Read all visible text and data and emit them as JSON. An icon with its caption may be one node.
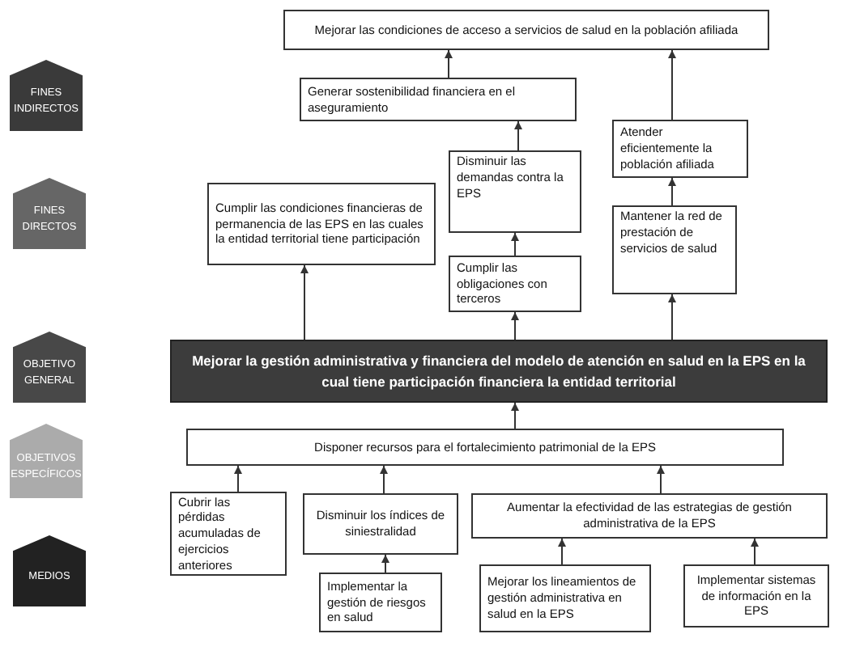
{
  "diagram": {
    "nodes": [
      {
        "text": [
          "FINES INDIRECTOS"
        ]
      },
      {
        "text": [
          "FINES DIRECTOS"
        ]
      },
      {
        "text": [
          "OBJETIVO GENERAL"
        ]
      },
      {
        "text": [
          "OBJETIVOS ESPECÍFICOS"
        ]
      },
      {
        "text": [
          "MEDIOS"
        ]
      },
      {
        "text": [
          "Mejorar las condiciones de acceso a servicios de salud en la población afiliada"
        ]
      },
      {
        "text": [
          "Generar sostenibilidad financiera en el aseguramiento"
        ]
      },
      {
        "text": [
          "Atender eficientemente la población afiliada"
        ]
      },
      {
        "text": [
          "Disminuir las demandas contra la EPS"
        ]
      },
      {
        "text": [
          "Cumplir las condiciones financieras de permanencia de las EPS en las cuales la entidad territorial tiene participación"
        ]
      },
      {
        "text": [
          "Mantener la red de prestación de servicios de salud"
        ]
      },
      {
        "text": [
          "Cumplir las obligaciones con terceros"
        ]
      },
      {
        "text": [
          "Mejorar la gestión administrativa y financiera del modelo de atención en salud en la EPS en la cual tiene participación financiera la entidad territorial"
        ]
      },
      {
        "text": [
          "Disponer recursos para el fortalecimiento patrimonial de la EPS"
        ]
      },
      {
        "text": [
          "Cubrir las pérdidas acumuladas de ejercicios anteriores"
        ]
      },
      {
        "text": [
          "Disminuir los índices de siniestralidad"
        ]
      },
      {
        "text": [
          "Aumentar la efectividad de las estrategias de gestión administrativa de la EPS"
        ]
      },
      {
        "text": [
          "Implementar la gestión de riesgos en salud"
        ]
      },
      {
        "text": [
          "Mejorar los lineamientos de gestión administrativa en salud en la EPS"
        ]
      },
      {
        "text": [
          "Implementar sistemas de información en la EPS"
        ]
      }
    ],
    "edges": [
      {
        "from": 6,
        "to": 5,
        "arrow": "to"
      },
      {
        "from": 7,
        "to": 5,
        "arrow": "to"
      },
      {
        "from": 8,
        "to": 6,
        "arrow": "to"
      },
      {
        "from": 10,
        "to": 7,
        "arrow": "to"
      },
      {
        "from": 11,
        "to": 8,
        "arrow": "to"
      },
      {
        "from": 12,
        "to": 9,
        "arrow": "to"
      },
      {
        "from": 12,
        "to": 11,
        "arrow": "to"
      },
      {
        "from": 12,
        "to": 10,
        "arrow": "to"
      },
      {
        "from": 13,
        "to": 12,
        "arrow": "to"
      },
      {
        "from": 14,
        "to": 13,
        "arrow": "to"
      },
      {
        "from": 15,
        "to": 13,
        "arrow": "to"
      },
      {
        "from": 16,
        "to": 13,
        "arrow": "to"
      },
      {
        "from": 17,
        "to": 15,
        "arrow": "to"
      },
      {
        "from": 18,
        "to": 16,
        "arrow": "to"
      },
      {
        "from": 19,
        "to": 16,
        "arrow": "to"
      }
    ]
  }
}
